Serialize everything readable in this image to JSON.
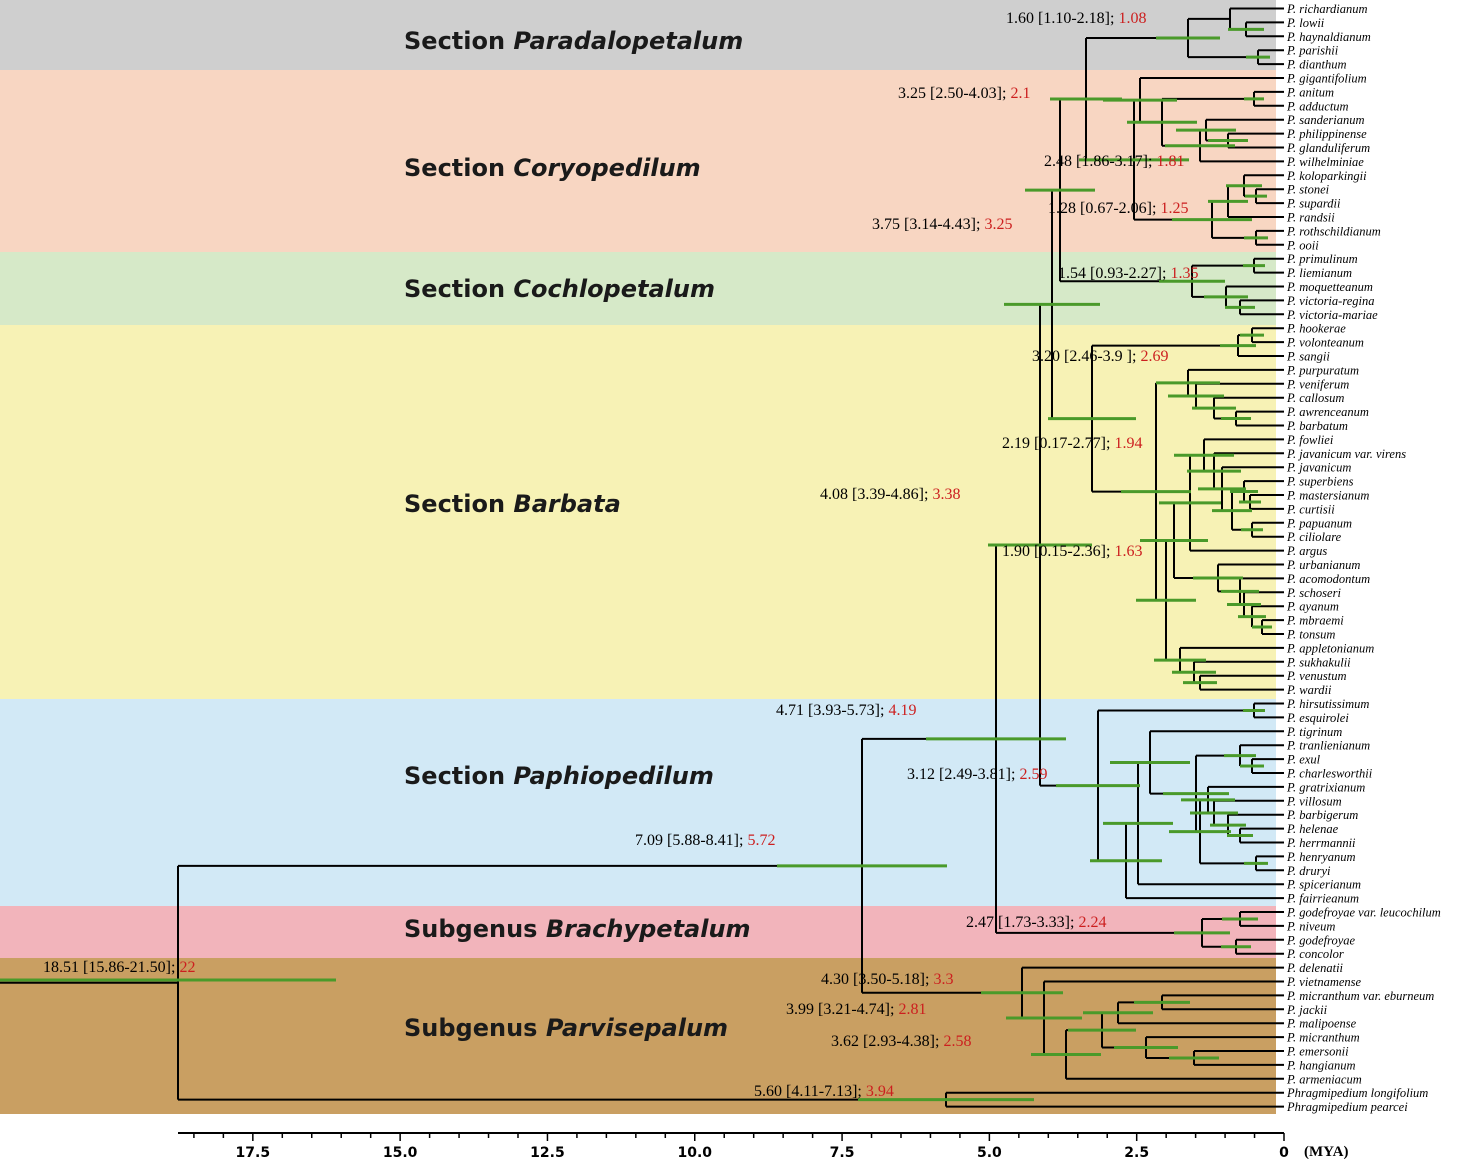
{
  "colors": {
    "branch": "#000000",
    "hpd_bar": "#4a9a2a",
    "red_value": "#cc1f1f"
  },
  "bands": [
    {
      "id": "paradalopetalum",
      "prefix": "Section",
      "name": "Paradalopetalum",
      "color": "#cfcfcf"
    },
    {
      "id": "coryopedilum",
      "prefix": "Section",
      "name": "Coryopedilum",
      "color": "#f8d6c2"
    },
    {
      "id": "cochlopetalum",
      "prefix": "Section",
      "name": "Cochlopetalum",
      "color": "#d6e9c8"
    },
    {
      "id": "barbata",
      "prefix": "Section",
      "name": "Barbata",
      "color": "#f7f2b5"
    },
    {
      "id": "paphiopedilum",
      "prefix": "Section",
      "name": "Paphiopedilum",
      "color": "#d2e9f6"
    },
    {
      "id": "brachypetalum",
      "prefix": "Subgenus",
      "name": "Brachypetalum",
      "color": "#f2b4bb"
    },
    {
      "id": "parvisepalum",
      "prefix": "Subgenus",
      "name": "Parvisepalum",
      "color": "#c99f62"
    }
  ],
  "tips": [
    {
      "name": "P. richardianum"
    },
    {
      "name": "P. lowii"
    },
    {
      "name": "P. haynaldianum"
    },
    {
      "name": "P. parishii"
    },
    {
      "name": "P. dianthum"
    },
    {
      "name": "P. gigantifolium"
    },
    {
      "name": "P. anitum"
    },
    {
      "name": "P. adductum"
    },
    {
      "name": "P. sanderianum"
    },
    {
      "name": "P. philippinense"
    },
    {
      "name": "P. glanduliferum"
    },
    {
      "name": "P. wilhelminiae"
    },
    {
      "name": "P. koloparkingii"
    },
    {
      "name": "P. stonei"
    },
    {
      "name": "P. supardii"
    },
    {
      "name": "P. randsii"
    },
    {
      "name": "P. rothschildianum"
    },
    {
      "name": "P. ooii"
    },
    {
      "name": "P. primulinum"
    },
    {
      "name": "P. liemianum"
    },
    {
      "name": "P. moquetteanum"
    },
    {
      "name": "P. victoria-regina"
    },
    {
      "name": "P. victoria-mariae"
    },
    {
      "name": "P. hookerae"
    },
    {
      "name": "P. volonteanum"
    },
    {
      "name": "P. sangii"
    },
    {
      "name": "P. purpuratum"
    },
    {
      "name": "P. veniferum"
    },
    {
      "name": "P. callosum"
    },
    {
      "name": "P. awrenceanum"
    },
    {
      "name": "P. barbatum"
    },
    {
      "name": "P. fowliei"
    },
    {
      "name": "P. javanicum var. ",
      "var": "virens"
    },
    {
      "name": "P. javanicum"
    },
    {
      "name": "P. superbiens"
    },
    {
      "name": "P. mastersianum"
    },
    {
      "name": "P. curtisii"
    },
    {
      "name": "P. papuanum"
    },
    {
      "name": "P. ciliolare"
    },
    {
      "name": "P. argus"
    },
    {
      "name": "P. urbanianum"
    },
    {
      "name": "P. acomodontum"
    },
    {
      "name": "P. schoseri"
    },
    {
      "name": "P. ayanum"
    },
    {
      "name": "P. mbraemi"
    },
    {
      "name": "P. tonsum"
    },
    {
      "name": "P. appletonianum"
    },
    {
      "name": "P. sukhakulii"
    },
    {
      "name": "P. venustum"
    },
    {
      "name": "P. wardii"
    },
    {
      "name": "P. hirsutissimum"
    },
    {
      "name": "P. esquirolei"
    },
    {
      "name": "P. tigrinum"
    },
    {
      "name": "P. tranlienianum"
    },
    {
      "name": "P. exul"
    },
    {
      "name": "P. charlesworthii"
    },
    {
      "name": "P. gratrixianum"
    },
    {
      "name": "P. villosum"
    },
    {
      "name": "P. barbigerum"
    },
    {
      "name": "P. helenae"
    },
    {
      "name": "P. herrmannii"
    },
    {
      "name": "P. henryanum"
    },
    {
      "name": "P. druryi"
    },
    {
      "name": "P. spicerianum"
    },
    {
      "name": "P. fairrieanum"
    },
    {
      "name": "P. godefroyae var. ",
      "var": "leucochilum"
    },
    {
      "name": "P. niveum"
    },
    {
      "name": "P. godefroyae"
    },
    {
      "name": "P. concolor"
    },
    {
      "name": "P. delenatii"
    },
    {
      "name": "P. vietnamense"
    },
    {
      "name": "P. micranthum var. ",
      "var": "eburneum"
    },
    {
      "name": "P. jackii"
    },
    {
      "name": "P. malipoense"
    },
    {
      "name": "P. micranthum"
    },
    {
      "name": "P. emersonii"
    },
    {
      "name": "P. hangianum"
    },
    {
      "name": "P. armeniacum"
    },
    {
      "name": "Phragmipedium longifolium"
    },
    {
      "name": "Phragmipedium pearcei"
    }
  ],
  "annotations": [
    {
      "text": "1.60 [1.10-2.18]; ",
      "red": "1.08"
    },
    {
      "text": "3.25 [2.50-4.03]; ",
      "red": "2.1"
    },
    {
      "text": "2.48 [1.86-3.17]; ",
      "red": "1.81"
    },
    {
      "text": "1.28 [0.67-2.06]; ",
      "red": "1.25"
    },
    {
      "text": "3.75 [3.14-4.43]; ",
      "red": "3.25"
    },
    {
      "text": "1.54 [0.93-2.27]; ",
      "red": "1.35"
    },
    {
      "text": "3.20 [2.46-3.9 ]; ",
      "red": "2.69"
    },
    {
      "text": "2.19 [0.17-2.77]; ",
      "red": "1.94"
    },
    {
      "text": "4.08 [3.39-4.86]; ",
      "red": "3.38"
    },
    {
      "text": "1.90 [0.15-2.36]; ",
      "red": "1.63"
    },
    {
      "text": "4.71 [3.93-5.73]; ",
      "red": "4.19"
    },
    {
      "text": "3.12 [2.49-3.81]; ",
      "red": "2.59"
    },
    {
      "text": "7.09 [5.88-8.41]; ",
      "red": "5.72"
    },
    {
      "text": "2.47 [1.73-3.33]; ",
      "red": "2.24"
    },
    {
      "text": "18.51 [15.86-21.50]; ",
      "red": "22"
    },
    {
      "text": "4.30 [3.50-5.18]; ",
      "red": "3.3"
    },
    {
      "text": "3.99 [3.21-4.74]; ",
      "red": "2.81"
    },
    {
      "text": "3.62 [2.93-4.38]; ",
      "red": "2.58"
    },
    {
      "text": "5.60 [4.11-7.13]; ",
      "red": "3.94"
    }
  ],
  "axis": {
    "ticks": [
      "17.5",
      "15.0",
      "12.5",
      "10.0",
      "7.5",
      "5.0",
      "2.5",
      "0"
    ],
    "unit": "(MYA)"
  }
}
